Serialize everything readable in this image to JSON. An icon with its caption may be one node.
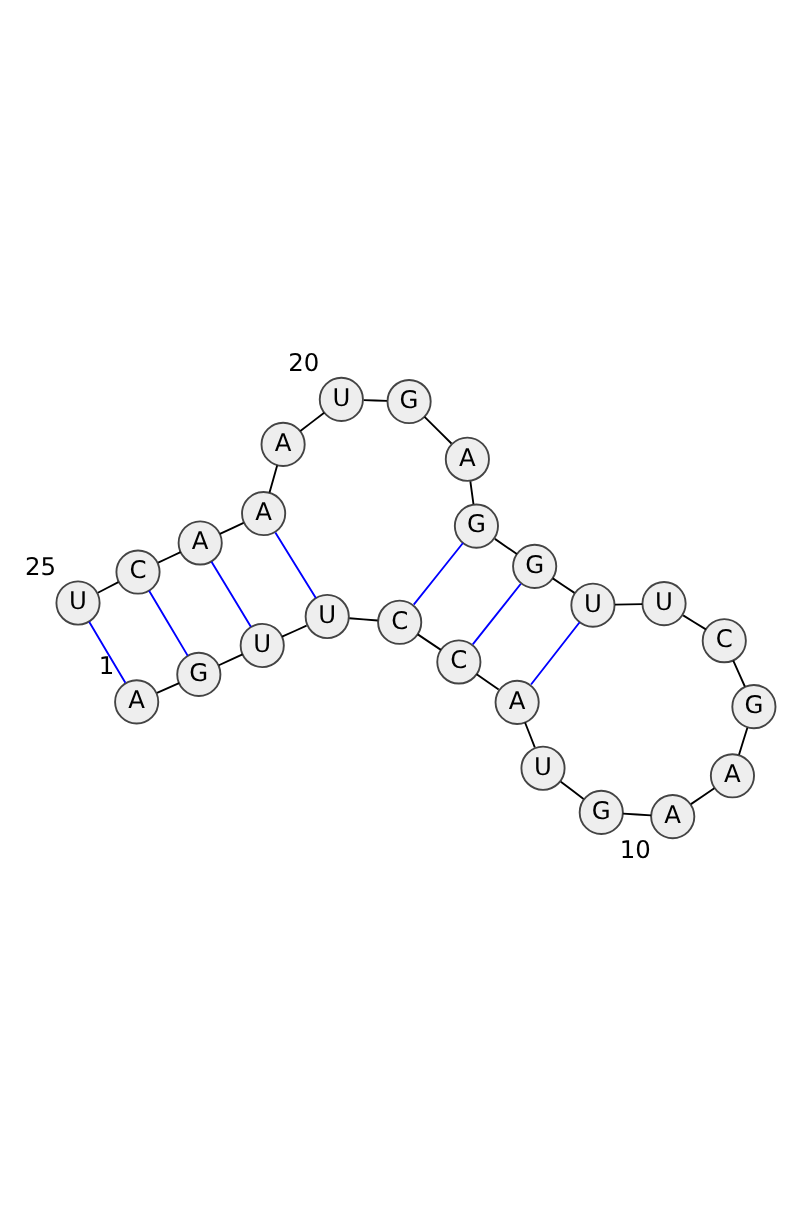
{
  "diagram": {
    "nodes": [
      {
        "text": [
          "A"
        ],
        "beside": [
          "1"
        ]
      },
      {
        "text": [
          "G"
        ]
      },
      {
        "text": [
          "U"
        ]
      },
      {
        "text": [
          "U"
        ]
      },
      {
        "text": [
          "C"
        ]
      },
      {
        "text": [
          "C"
        ]
      },
      {
        "text": [
          "A"
        ]
      },
      {
        "text": [
          "U"
        ]
      },
      {
        "text": [
          "G"
        ]
      },
      {
        "text": [
          "A"
        ],
        "beside": [
          "10"
        ]
      },
      {
        "text": [
          "A"
        ]
      },
      {
        "text": [
          "G"
        ]
      },
      {
        "text": [
          "C"
        ]
      },
      {
        "text": [
          "U"
        ]
      },
      {
        "text": [
          "U"
        ]
      },
      {
        "text": [
          "G"
        ]
      },
      {
        "text": [
          "G"
        ]
      },
      {
        "text": [
          "A"
        ]
      },
      {
        "text": [
          "G"
        ]
      },
      {
        "text": [
          "U"
        ],
        "beside": [
          "20"
        ]
      },
      {
        "text": [
          "A"
        ]
      },
      {
        "text": [
          "A"
        ]
      },
      {
        "text": [
          "A"
        ]
      },
      {
        "text": [
          "C"
        ]
      },
      {
        "text": [
          "U"
        ],
        "beside": [
          "25"
        ]
      }
    ],
    "edges": [
      {
        "from": 0,
        "to": 1,
        "arrow": "none"
      },
      {
        "from": 1,
        "to": 2,
        "arrow": "none"
      },
      {
        "from": 2,
        "to": 3,
        "arrow": "none"
      },
      {
        "from": 3,
        "to": 4,
        "arrow": "none"
      },
      {
        "from": 4,
        "to": 5,
        "arrow": "none"
      },
      {
        "from": 5,
        "to": 6,
        "arrow": "none"
      },
      {
        "from": 6,
        "to": 7,
        "arrow": "none"
      },
      {
        "from": 7,
        "to": 8,
        "arrow": "none"
      },
      {
        "from": 8,
        "to": 9,
        "arrow": "none"
      },
      {
        "from": 9,
        "to": 10,
        "arrow": "none"
      },
      {
        "from": 10,
        "to": 11,
        "arrow": "none"
      },
      {
        "from": 11,
        "to": 12,
        "arrow": "none"
      },
      {
        "from": 12,
        "to": 13,
        "arrow": "none"
      },
      {
        "from": 13,
        "to": 14,
        "arrow": "none"
      },
      {
        "from": 14,
        "to": 15,
        "arrow": "none"
      },
      {
        "from": 15,
        "to": 16,
        "arrow": "none"
      },
      {
        "from": 16,
        "to": 17,
        "arrow": "none"
      },
      {
        "from": 17,
        "to": 18,
        "arrow": "none"
      },
      {
        "from": 18,
        "to": 19,
        "arrow": "none"
      },
      {
        "from": 19,
        "to": 20,
        "arrow": "none"
      },
      {
        "from": 20,
        "to": 21,
        "arrow": "none"
      },
      {
        "from": 21,
        "to": 22,
        "arrow": "none"
      },
      {
        "from": 22,
        "to": 23,
        "arrow": "none"
      },
      {
        "from": 23,
        "to": 24,
        "arrow": "none"
      },
      {
        "from": 0,
        "to": 24,
        "arrow": "none",
        "color": "#0000ff"
      },
      {
        "from": 1,
        "to": 23,
        "arrow": "none",
        "color": "#0000ff"
      },
      {
        "from": 2,
        "to": 22,
        "arrow": "none",
        "color": "#0000ff"
      },
      {
        "from": 3,
        "to": 21,
        "arrow": "none",
        "color": "#0000ff"
      },
      {
        "from": 4,
        "to": 16,
        "arrow": "none",
        "color": "#0000ff"
      },
      {
        "from": 5,
        "to": 15,
        "arrow": "none",
        "color": "#0000ff"
      },
      {
        "from": 6,
        "to": 14,
        "arrow": "none",
        "color": "#0000ff"
      }
    ]
  }
}
